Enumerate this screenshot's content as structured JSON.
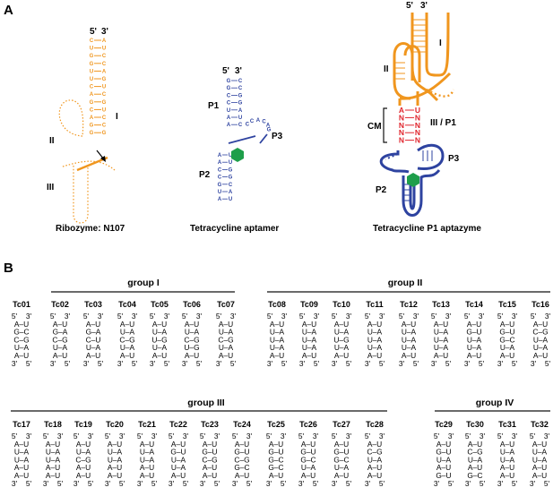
{
  "panel_a": {
    "letter": "A",
    "ribozyme": {
      "caption": "Ribozyme: N107",
      "labels": [
        "5'",
        "3'",
        "I",
        "II",
        "III"
      ],
      "left_strand": [
        "C",
        "U",
        "G",
        "G",
        "U",
        "U",
        "C",
        "A",
        "G",
        "C",
        "A",
        "G",
        "G"
      ],
      "right_strand": [
        "A",
        "U",
        "C",
        "C",
        "A",
        "G",
        "U",
        "C",
        "G",
        "U",
        "C",
        "C",
        "G"
      ]
    },
    "aptamer": {
      "caption": "Tetracycline aptamer",
      "labels": [
        "5'",
        "3'",
        "P1",
        "P2",
        "P3"
      ],
      "left_strand": [
        "G",
        "G",
        "C",
        "C",
        "U",
        "A",
        "A"
      ],
      "right_strand": [
        "C",
        "C",
        "G",
        "G",
        "A",
        "U",
        "C"
      ],
      "p3_loop": [
        "C",
        "C",
        "A",
        "C",
        "A",
        "G"
      ],
      "lower_stem_left": [
        "A",
        "A",
        "C",
        "C",
        "G",
        "U",
        "A"
      ],
      "lower_stem_right": [
        "U",
        "U",
        "G",
        "G",
        "C",
        "A",
        "U"
      ]
    },
    "aptazyme": {
      "caption": "Tetracycline P1 aptazyme",
      "labels": [
        "5'",
        "3'",
        "I",
        "II",
        "III / P1",
        "CM",
        "P2",
        "P3"
      ],
      "cm_left": [
        "A",
        "N",
        "N",
        "N",
        "N"
      ],
      "cm_right": [
        "U",
        "N",
        "N",
        "N",
        "N"
      ]
    }
  },
  "panel_b": {
    "letter": "B",
    "end_labels": {
      "top_5": "5'",
      "top_3": "3'",
      "bottom_3": "3'",
      "bottom_5": "5'"
    },
    "groups": [
      {
        "title": "group I",
        "constructs": [
          {
            "name": "Tc01",
            "pairs": [
              "A–U",
              "G–C",
              "C–G",
              "U–A",
              "A–U"
            ]
          },
          {
            "name": "Tc02",
            "pairs": [
              "A–U",
              "G–A",
              "C–G",
              "U–A",
              "A–U"
            ]
          },
          {
            "name": "Tc03",
            "pairs": [
              "A–U",
              "G–A",
              "C–U",
              "U–A",
              "A–U"
            ]
          },
          {
            "name": "Tc04",
            "pairs": [
              "A–U",
              "U–A",
              "C–G",
              "U–A",
              "A–U"
            ]
          },
          {
            "name": "Tc05",
            "pairs": [
              "A–U",
              "U–A",
              "U–G",
              "U–A",
              "A–U"
            ]
          },
          {
            "name": "Tc06",
            "pairs": [
              "A–U",
              "U–A",
              "C–G",
              "U–G",
              "A–U"
            ]
          },
          {
            "name": "Tc07",
            "pairs": [
              "A–U",
              "U–A",
              "C–G",
              "U–A",
              "A–U"
            ]
          }
        ]
      },
      {
        "title": "group II",
        "constructs": [
          {
            "name": "Tc08",
            "pairs": [
              "A–U",
              "U–A",
              "U–A",
              "U–A",
              "A–U"
            ]
          },
          {
            "name": "Tc09",
            "pairs": [
              "A–U",
              "U–A",
              "U–A",
              "U–A",
              "A–U"
            ]
          },
          {
            "name": "Tc10",
            "pairs": [
              "A–U",
              "U–A",
              "U–G",
              "U–A",
              "A–U"
            ]
          },
          {
            "name": "Tc11",
            "pairs": [
              "A–U",
              "U–A",
              "U–A",
              "U–A",
              "A–U"
            ]
          },
          {
            "name": "Tc12",
            "pairs": [
              "A–U",
              "U–A",
              "U–A",
              "U–A",
              "A–U"
            ]
          },
          {
            "name": "Tc13",
            "pairs": [
              "A–U",
              "U–A",
              "U–A",
              "U–A",
              "A–U"
            ]
          },
          {
            "name": "Tc14",
            "pairs": [
              "A–U",
              "G–U",
              "U–A",
              "U–A",
              "A–U"
            ]
          },
          {
            "name": "Tc15",
            "pairs": [
              "A–U",
              "G–U",
              "G–C",
              "U–A",
              "A–U"
            ]
          },
          {
            "name": "Tc16",
            "pairs": [
              "A–U",
              "C–G",
              "U–A",
              "U–A",
              "A–U"
            ]
          }
        ]
      },
      {
        "title": "group III",
        "constructs": [
          {
            "name": "Tc17",
            "pairs": [
              "A–U",
              "U–A",
              "U–A",
              "A–U",
              "A–U"
            ]
          },
          {
            "name": "Tc18",
            "pairs": [
              "A–U",
              "U–A",
              "U–A",
              "A–U",
              "A–U"
            ]
          },
          {
            "name": "Tc19",
            "pairs": [
              "A–U",
              "U–A",
              "C–G",
              "A–U",
              "A–U"
            ]
          },
          {
            "name": "Tc20",
            "pairs": [
              "A–U",
              "U–A",
              "U–A",
              "A–U",
              "A–U"
            ]
          },
          {
            "name": "Tc21",
            "pairs": [
              "A–U",
              "U–A",
              "U–A",
              "A–U",
              "A–U"
            ]
          },
          {
            "name": "Tc22",
            "pairs": [
              "A–U",
              "G–U",
              "U–A",
              "U–A",
              "A–U"
            ]
          },
          {
            "name": "Tc23",
            "pairs": [
              "A–U",
              "G–U",
              "C–G",
              "A–U",
              "A–U"
            ]
          },
          {
            "name": "Tc24",
            "pairs": [
              "A–U",
              "G–U",
              "C–G",
              "G–C",
              "A–U"
            ]
          },
          {
            "name": "Tc25",
            "pairs": [
              "A–U",
              "G–U",
              "G–C",
              "G–C",
              "A–U"
            ]
          },
          {
            "name": "Tc26",
            "pairs": [
              "A–U",
              "G–U",
              "G–C",
              "U–A",
              "A–U"
            ]
          },
          {
            "name": "Tc27",
            "pairs": [
              "A–U",
              "G–U",
              "G–C",
              "U–A",
              "A–U"
            ]
          },
          {
            "name": "Tc28",
            "pairs": [
              "A–U",
              "C–G",
              "U–A",
              "A–U",
              "A–U"
            ]
          }
        ]
      },
      {
        "title": "group IV",
        "constructs": [
          {
            "name": "Tc29",
            "pairs": [
              "A–U",
              "G–U",
              "U–A",
              "A–U",
              "G–U"
            ]
          },
          {
            "name": "Tc30",
            "pairs": [
              "A–U",
              "C–G",
              "U–A",
              "A–U",
              "G–C"
            ]
          },
          {
            "name": "Tc31",
            "pairs": [
              "A–U",
              "U–A",
              "U–A",
              "A–U",
              "A–U"
            ]
          },
          {
            "name": "Tc32",
            "pairs": [
              "A–U",
              "U–A",
              "U–A",
              "A–U",
              "A–U"
            ]
          }
        ]
      }
    ]
  },
  "colors": {
    "ribozyme": "#f0961e",
    "aptamer": "#2e43a0",
    "mutation": "#e0242c",
    "ligand": "#1e9e4a",
    "text": "#111111"
  }
}
